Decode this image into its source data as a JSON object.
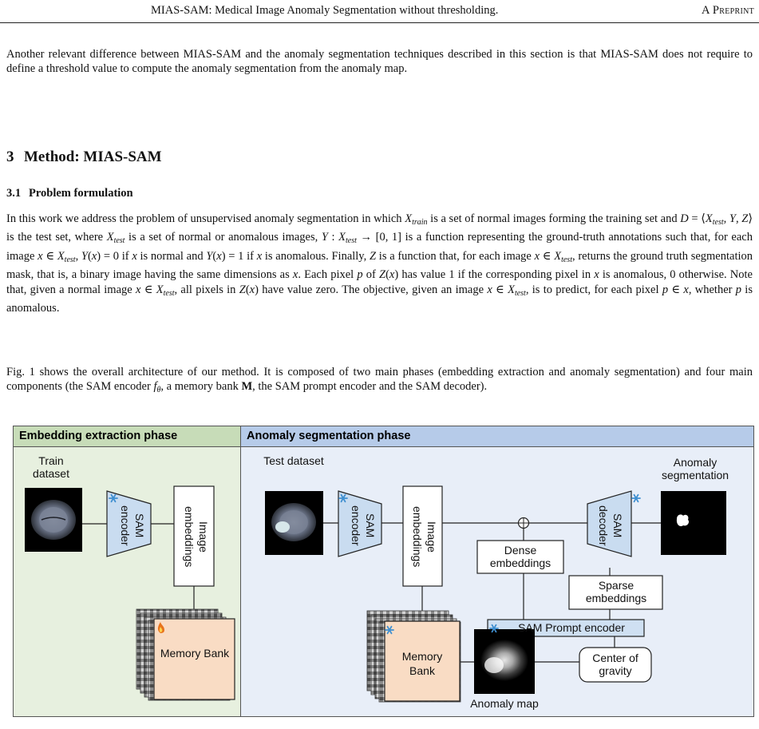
{
  "header": {
    "title": "MIAS-SAM: Medical Image Anomaly Segmentation without thresholding.",
    "preprint": "A Preprint"
  },
  "intro_paragraph": "Another relevant difference between MIAS-SAM and the anomaly segmentation techniques described in this section is that MIAS-SAM does not require to define a threshold value to compute the anomaly segmentation from the anomaly map.",
  "section": {
    "number": "3",
    "title": "Method: MIAS-SAM"
  },
  "subsection": {
    "number": "3.1",
    "title": "Problem formulation"
  },
  "figure": {
    "phase1_title": "Embedding extraction phase",
    "phase2_title": "Anomaly segmentation phase",
    "train_dataset": "Train dataset",
    "test_dataset": "Test dataset",
    "sam_encoder": "SAM encoder",
    "image_embeddings": "Image embeddings",
    "memory_bank": "Memory Bank",
    "sam_decoder": "SAM decoder",
    "anomaly_segmentation": "Anomaly segmentation",
    "dense_embeddings": "Dense embeddings",
    "sparse_embeddings": "Sparse embeddings",
    "sam_prompt_encoder": "SAM Prompt encoder",
    "center_of_gravity": "Center of gravity",
    "anomaly_map": "Anomaly map",
    "plus_symbol": "⊕",
    "frozen_icon": "snowflake-icon",
    "trainable_icon": "flame-icon",
    "colors": {
      "phase1_bg": "#e7f0df",
      "phase1_header": "#c7dcb8",
      "phase2_bg": "#e8eef8",
      "phase2_header": "#b6cbe9",
      "encoder_fill": "#c9dcf0",
      "memory_bank_fill": "#f9dcc4",
      "snowflake": "#3f8fd0"
    }
  }
}
